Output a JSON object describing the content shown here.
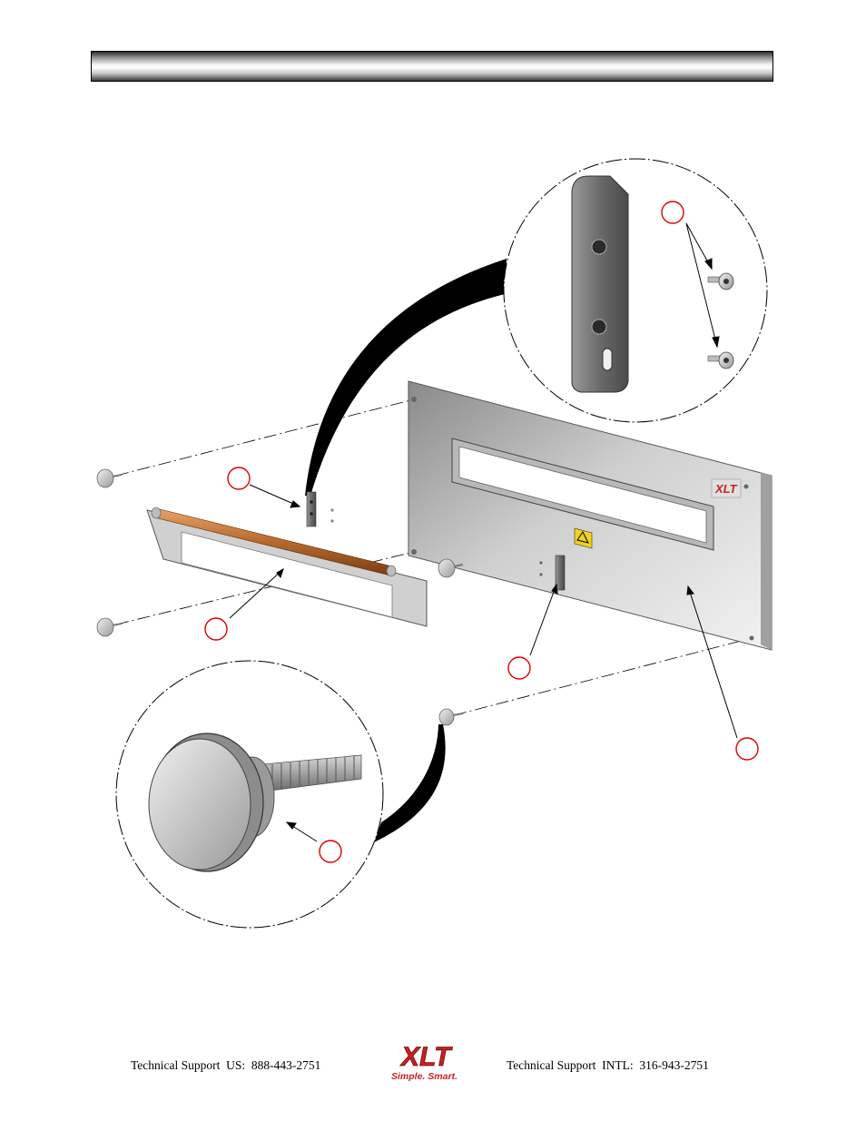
{
  "header": {
    "title": ""
  },
  "footer": {
    "support_us": "Technical Support  US:  888-443-2751",
    "support_intl": "Technical Support  INTL:  316-943-2751"
  },
  "logo": {
    "brand": "XLT",
    "tagline": "Simple. Smart.",
    "color": "#cc1f1f"
  },
  "callouts": [
    "",
    "",
    "",
    "",
    "",
    "",
    ""
  ],
  "colors": {
    "callout": "#e00000",
    "panel": "#c8c8c8",
    "rod": "#c87838"
  }
}
